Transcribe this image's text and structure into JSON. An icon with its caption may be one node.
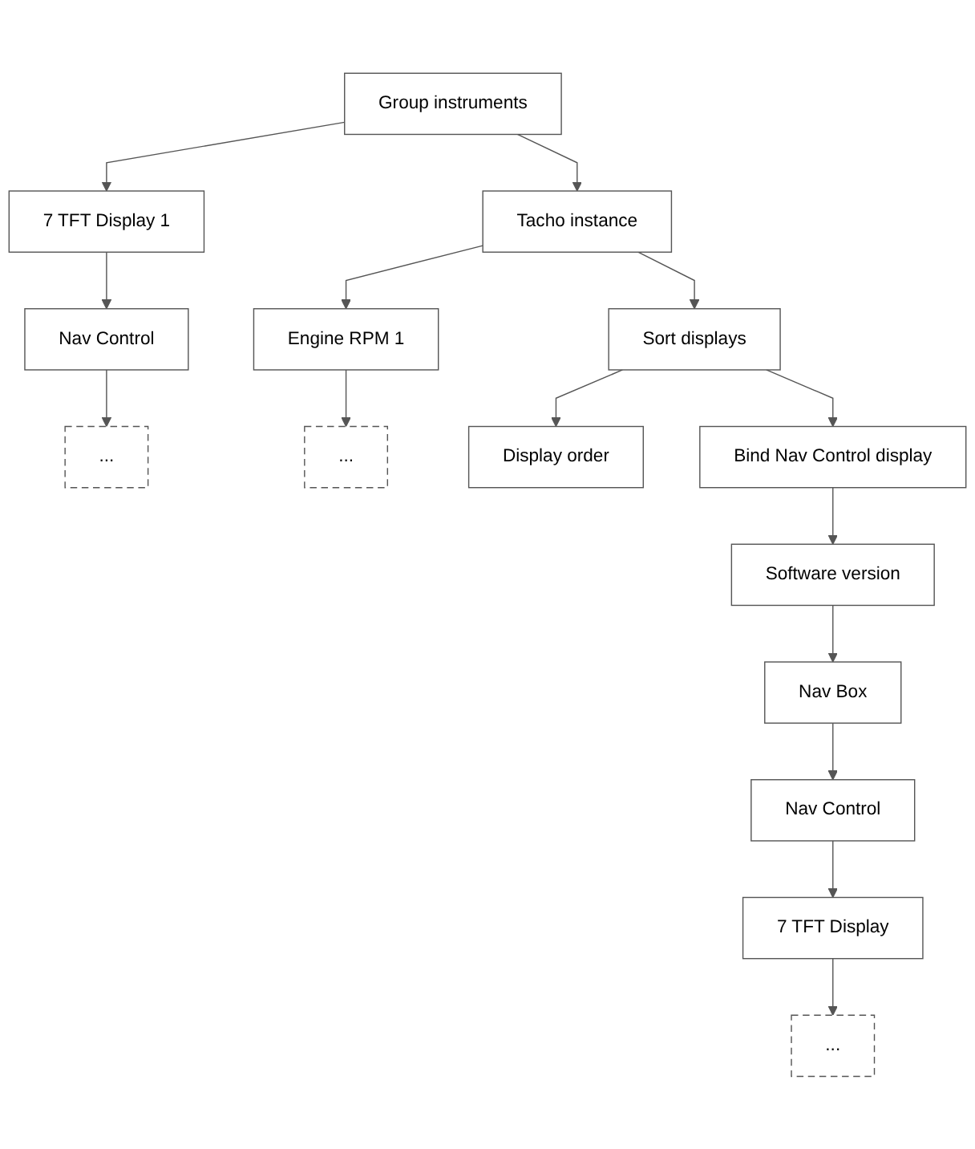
{
  "diagram": {
    "nodes": [
      {
        "text": [
          "Group instruments"
        ]
      },
      {
        "text": [
          "7 TFT Display 1"
        ]
      },
      {
        "text": [
          "Nav Control"
        ]
      },
      {
        "text": [
          "..."
        ]
      },
      {
        "text": [
          "Tacho instance"
        ]
      },
      {
        "text": [
          "Engine RPM 1"
        ]
      },
      {
        "text": [
          "..."
        ]
      },
      {
        "text": [
          "Sort displays"
        ]
      },
      {
        "text": [
          "Display order"
        ]
      },
      {
        "text": [
          "Bind Nav Control display"
        ]
      },
      {
        "text": [
          "Software version"
        ]
      },
      {
        "text": [
          "Nav Box"
        ]
      },
      {
        "text": [
          "Nav Control"
        ]
      },
      {
        "text": [
          "7 TFT Display"
        ]
      },
      {
        "text": [
          "..."
        ]
      }
    ],
    "edges": [
      {
        "from": 0,
        "to": 1,
        "arrow": "to"
      },
      {
        "from": 1,
        "to": 2,
        "arrow": "to"
      },
      {
        "from": 2,
        "to": 3,
        "arrow": "to"
      },
      {
        "from": 0,
        "to": 4,
        "arrow": "to"
      },
      {
        "from": 4,
        "to": 5,
        "arrow": "to"
      },
      {
        "from": 5,
        "to": 6,
        "arrow": "to"
      },
      {
        "from": 4,
        "to": 7,
        "arrow": "to"
      },
      {
        "from": 7,
        "to": 8,
        "arrow": "to"
      },
      {
        "from": 7,
        "to": 9,
        "arrow": "to"
      },
      {
        "from": 9,
        "to": 10,
        "arrow": "to"
      },
      {
        "from": 10,
        "to": 11,
        "arrow": "to"
      },
      {
        "from": 11,
        "to": 12,
        "arrow": "to"
      },
      {
        "from": 12,
        "to": 13,
        "arrow": "to"
      },
      {
        "from": 13,
        "to": 14,
        "arrow": "to"
      }
    ]
  }
}
